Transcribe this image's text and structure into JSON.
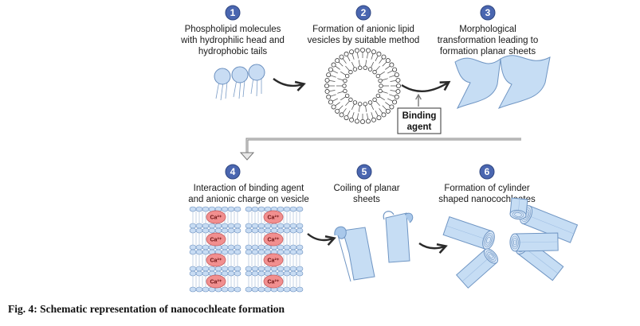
{
  "steps": [
    {
      "number": "1",
      "lines": [
        "Phospholipid molecules",
        "with hydrophilic head and",
        "hydrophobic tails"
      ]
    },
    {
      "number": "2",
      "lines": [
        "Formation of anionic lipid",
        "vesicles by suitable method"
      ]
    },
    {
      "number": "3",
      "lines": [
        "Morphological",
        "transformation leading to",
        "formation planar sheets"
      ]
    },
    {
      "number": "4",
      "lines": [
        "Interaction of binding agent",
        "and anionic charge on vesicle"
      ]
    },
    {
      "number": "5",
      "lines": [
        "Coiling of planar",
        "sheets"
      ]
    },
    {
      "number": "6",
      "lines": [
        "Formation of cylinder",
        "shaped nanocochleates"
      ]
    }
  ],
  "binding_agent": {
    "lines": [
      "Binding",
      "agent"
    ]
  },
  "calcium_label": "Ca²⁺",
  "figure_caption": "Fig. 4: Schematic representation of nanocochleate formation",
  "colors": {
    "number_circle": "#4a66b0",
    "lipid_head": "#c8dcf3",
    "lipid_stroke": "#6a8fbf",
    "sheet_fill": "#c6ddf4",
    "sheet_stroke": "#6f95c3",
    "calcium_fill": "#f18f8f",
    "calcium_stroke": "#c85a5a",
    "arrow": "#2a2a2a",
    "connector": "#888888"
  }
}
